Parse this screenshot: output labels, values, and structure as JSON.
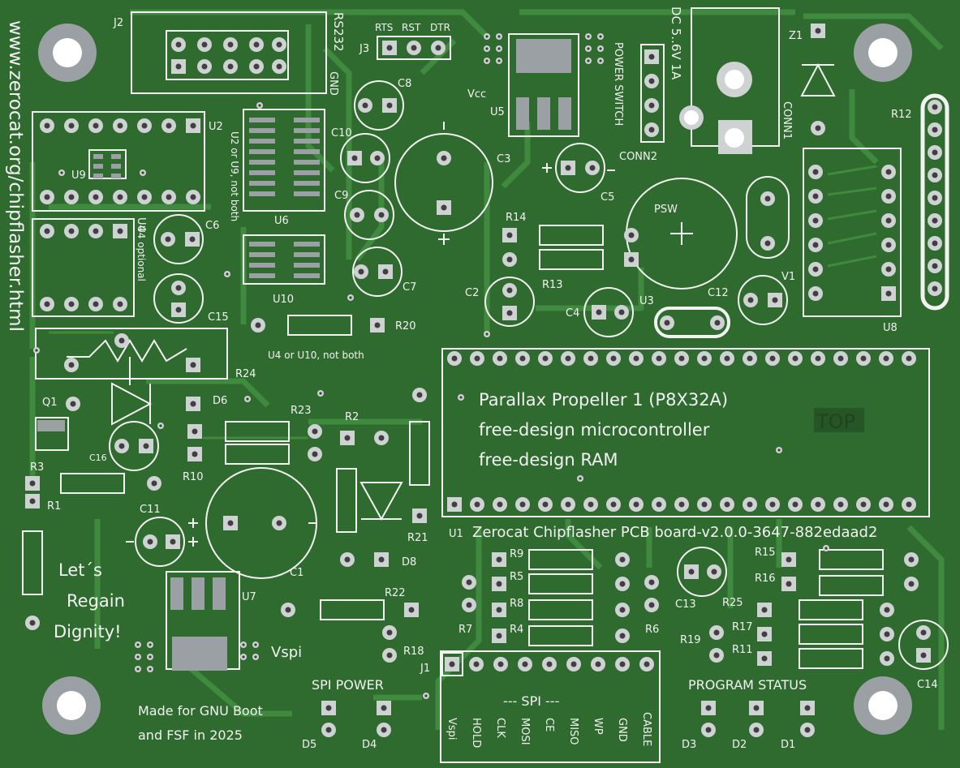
{
  "colors": {
    "board": "#2f6a2f",
    "trace": "#3f8a3f",
    "silk": "#f2f2f2",
    "pad": "#cfd2d3",
    "pad_dark": "#9aa0a3",
    "hole": "#404040"
  },
  "labels": {
    "url": "www.zerocat.org/chipflasher.html",
    "rs232": "RS232",
    "gnd": "GND",
    "rts": "RTS",
    "rst": "RST",
    "dtr": "DTR",
    "power_switch": "POWER SWITCH",
    "dc_in": "DC 5..6V 1A",
    "conn1": "CONN1",
    "conn2": "CONN2",
    "vcc": "Vcc",
    "psw": "PSW",
    "u2_u9_note": "U2 or U9, not both",
    "u4_optional": "U4 optional",
    "u4_u10_note": "U4 or U10, not both",
    "chip_line1": "Parallax Propeller 1 (P8X32A)",
    "chip_line2": "free-design microcontroller",
    "chip_line3": "free-design RAM",
    "top_mark": "TOP",
    "board_title": "Zerocat Chipflasher PCB board-v2.0.0-3647-882edaad2",
    "slogan1": "Let´s",
    "slogan2": "Regain",
    "slogan3": "Dignity!",
    "vspi": "Vspi",
    "made_for1": "Made for GNU Boot",
    "made_for2": "and FSF in 2025",
    "spi_power": "SPI POWER",
    "spi_title": "--- SPI ---",
    "program_status": "PROGRAM STATUS",
    "spi_pins": [
      "Vspi",
      "HOLD",
      "CLK",
      "MOSI",
      "CE",
      "MISO",
      "WP",
      "GND",
      "CABLE"
    ]
  },
  "refs": {
    "J2": "J2",
    "J3": "J3",
    "J1": "J1",
    "U2": "U2",
    "U9": "U9",
    "U4": "U4",
    "U6": "U6",
    "U10": "U10",
    "U5": "U5",
    "U3": "U3",
    "U8": "U8",
    "U7": "U7",
    "U1": "U1",
    "C8": "C8",
    "C10": "C10",
    "C9": "C9",
    "C7": "C7",
    "C3": "C3",
    "C5": "C5",
    "C6": "C6",
    "C15": "C15",
    "C2": "C2",
    "C4": "C4",
    "C12": "C12",
    "C11": "C11",
    "C1": "C1",
    "C16": "C16",
    "C13": "C13",
    "C14": "C14",
    "R14": "R14",
    "R13": "R13",
    "R20": "R20",
    "R24": "R24",
    "R23": "R23",
    "R10": "R10",
    "R3": "R3",
    "R1": "R1",
    "R2": "R2",
    "R21": "R21",
    "R22": "R22",
    "R18": "R18",
    "R7": "R7",
    "R6": "R6",
    "R9": "R9",
    "R5": "R5",
    "R8": "R8",
    "R4": "R4",
    "R12": "R12",
    "R15": "R15",
    "R16": "R16",
    "R25": "R25",
    "R17": "R17",
    "R11": "R11",
    "R19": "R19",
    "Z1": "Z1",
    "V1": "V1",
    "Q1": "Q1",
    "D6": "D6",
    "D8": "D8",
    "D5": "D5",
    "D4": "D4",
    "D3": "D3",
    "D2": "D2",
    "D1": "D1"
  }
}
